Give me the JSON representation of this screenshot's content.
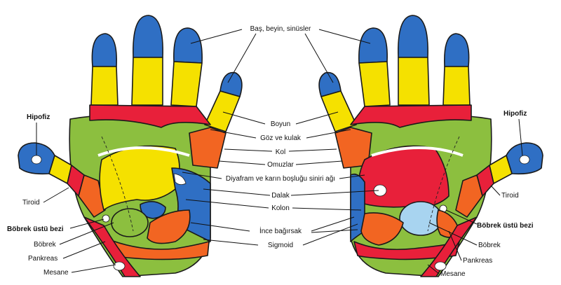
{
  "colors": {
    "head": "#2f6fc4",
    "neck": "#f5e100",
    "eyes_ears": "#e8203a",
    "lung": "#8cbf3f",
    "shoulder": "#f26522",
    "liver": "#f5e100",
    "stomach": "#2f6fc4",
    "spleen": "#e8203a",
    "kidney": "#8cbf3f",
    "pancreas": "#f26522",
    "bladder_side": "#e8203a",
    "adrenal": "#a8d4f0",
    "line": "#111111"
  },
  "labels": {
    "head_sinus": "Baş, beyin, sinüsler",
    "neck": "Boyun",
    "eyes_ears": "Göz ve kulak",
    "arm": "Kol",
    "shoulders": "Omuzlar",
    "diaphragm": "Diyafram ve karın boşluğu siniri ağı",
    "spleen": "Dalak",
    "colon": "Kolon",
    "small_intestine": "İnce bağırsak",
    "sigmoid": "Sigmoid",
    "hypophysis_left": "Hipofiz",
    "hypophysis_right": "Hipofiz",
    "thyroid_left": "Tiroid",
    "thyroid_right": "Tiroid",
    "adrenal_left": "Böbrek üstü bezi",
    "adrenal_right": "Böbrek üstü bezi",
    "kidney_left": "Böbrek",
    "kidney_right": "Böbrek",
    "pancreas_left": "Pankreas",
    "pancreas_right": "Pankreas",
    "bladder_left": "Mesane",
    "bladder_right": "Mesane"
  }
}
